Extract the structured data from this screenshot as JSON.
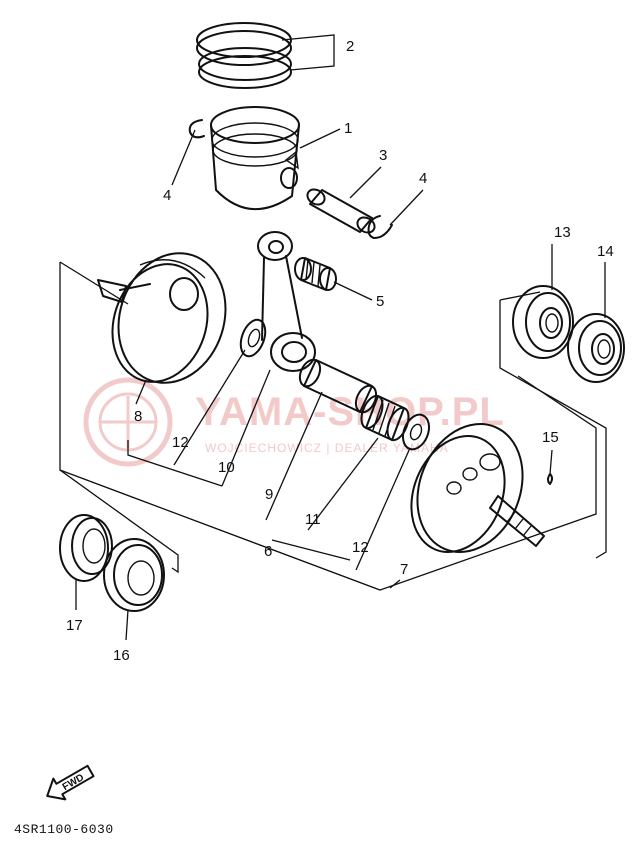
{
  "watermark": {
    "brand": "YAMA-SHOP.PL",
    "subtitle": "WOJCIECHOWICZ | DEALER YAMAHA"
  },
  "callouts": [
    {
      "id": "c1",
      "label": "1"
    },
    {
      "id": "c2",
      "label": "2"
    },
    {
      "id": "c3",
      "label": "3"
    },
    {
      "id": "c4a",
      "label": "4"
    },
    {
      "id": "c4b",
      "label": "4"
    },
    {
      "id": "c5",
      "label": "5"
    },
    {
      "id": "c6",
      "label": "6"
    },
    {
      "id": "c7",
      "label": "7"
    },
    {
      "id": "c8",
      "label": "8"
    },
    {
      "id": "c9",
      "label": "9"
    },
    {
      "id": "c10",
      "label": "10"
    },
    {
      "id": "c11",
      "label": "11"
    },
    {
      "id": "c12a",
      "label": "12"
    },
    {
      "id": "c12b",
      "label": "12"
    },
    {
      "id": "c13",
      "label": "13"
    },
    {
      "id": "c14",
      "label": "14"
    },
    {
      "id": "c15",
      "label": "15"
    },
    {
      "id": "c16",
      "label": "16"
    },
    {
      "id": "c17",
      "label": "17"
    }
  ],
  "fwd_label": "FWD",
  "reference_code": "4SR1100-6030",
  "colors": {
    "line": "#111111",
    "watermark": "#f2caca"
  }
}
